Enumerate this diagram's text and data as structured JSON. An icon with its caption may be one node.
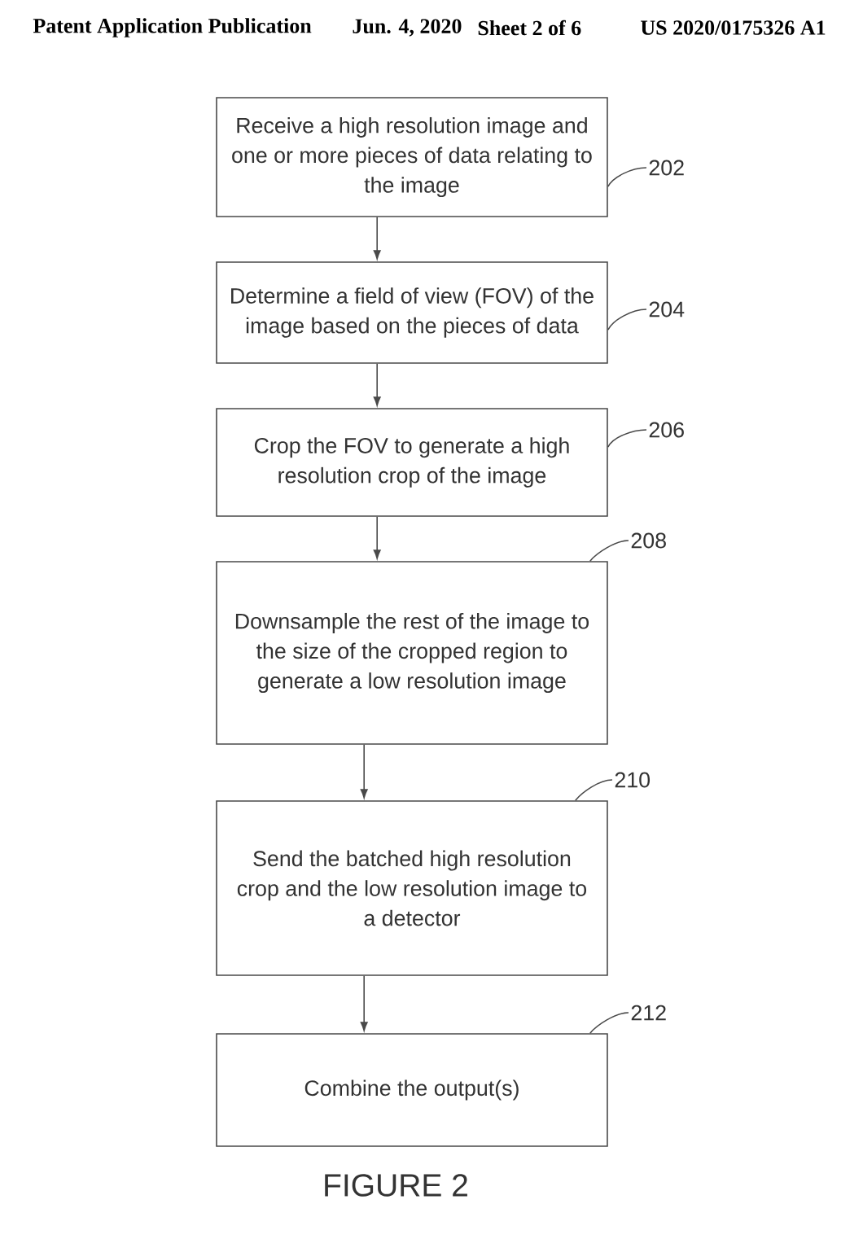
{
  "diagram": {
    "caption": "FIGURE 2",
    "nodes": [
      {
        "text": [
          "Receive a high resolution image and one or more pieces of data relating to the image"
        ]
      },
      {
        "text": [
          "202"
        ]
      },
      {
        "text": [
          "Determine a field of view (FOV) of the image based on the pieces of data"
        ]
      },
      {
        "text": [
          "204"
        ]
      },
      {
        "text": [
          "Crop the FOV to generate a high resolution crop of the image"
        ]
      },
      {
        "text": [
          "206"
        ]
      },
      {
        "text": [
          "Downsample the rest of the image to the size of the cropped region to generate a low resolution image"
        ]
      },
      {
        "text": [
          "208"
        ]
      },
      {
        "text": [
          "Send the batched high resolution crop and the low resolution image to a detector"
        ]
      },
      {
        "text": [
          "210"
        ]
      },
      {
        "text": [
          "Combine the output(s)"
        ]
      },
      {
        "text": [
          "212"
        ]
      }
    ],
    "edges": [
      {
        "from": 0,
        "to": 2,
        "arrow": "to"
      },
      {
        "from": 2,
        "to": 4,
        "arrow": "to"
      },
      {
        "from": 4,
        "to": 6,
        "arrow": "to"
      },
      {
        "from": 6,
        "to": 8,
        "arrow": "to"
      },
      {
        "from": 8,
        "to": 10,
        "arrow": "to"
      },
      {
        "from": 1,
        "to": 0,
        "arrow": "none"
      },
      {
        "from": 3,
        "to": 2,
        "arrow": "none"
      },
      {
        "from": 5,
        "to": 4,
        "arrow": "none"
      },
      {
        "from": 7,
        "to": 6,
        "arrow": "none"
      },
      {
        "from": 9,
        "to": 8,
        "arrow": "none"
      },
      {
        "from": 11,
        "to": 10,
        "arrow": "none"
      }
    ],
    "labels": [
      "Patent Application Publication",
      "Jun. 4, 2020",
      "Sheet 2 of 6",
      "US 2020/0175326 A1"
    ]
  }
}
